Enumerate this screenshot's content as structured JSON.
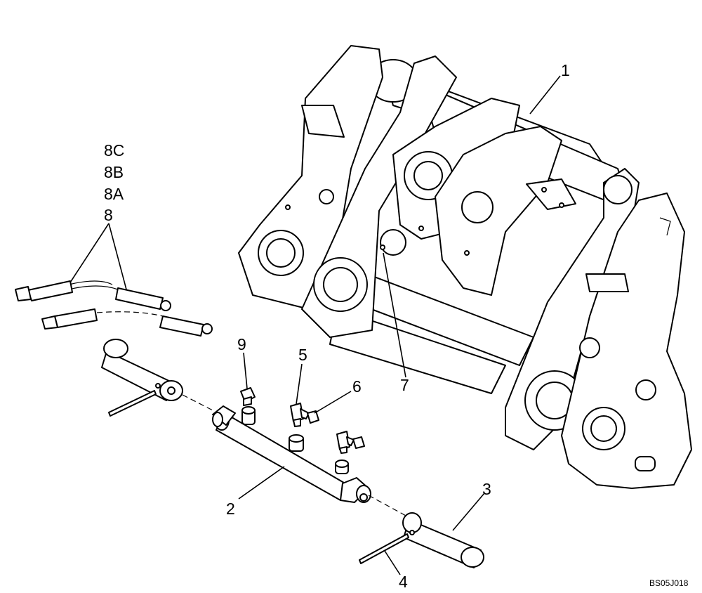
{
  "callouts": {
    "c1": "1",
    "c2": "2",
    "c3": "3",
    "c4": "4",
    "c5": "5",
    "c6": "6",
    "c7": "7",
    "c8": "8",
    "c8a": "8A",
    "c8b": "8B",
    "c8c": "8C",
    "c9": "9"
  },
  "drawing_code": "BS05J018"
}
